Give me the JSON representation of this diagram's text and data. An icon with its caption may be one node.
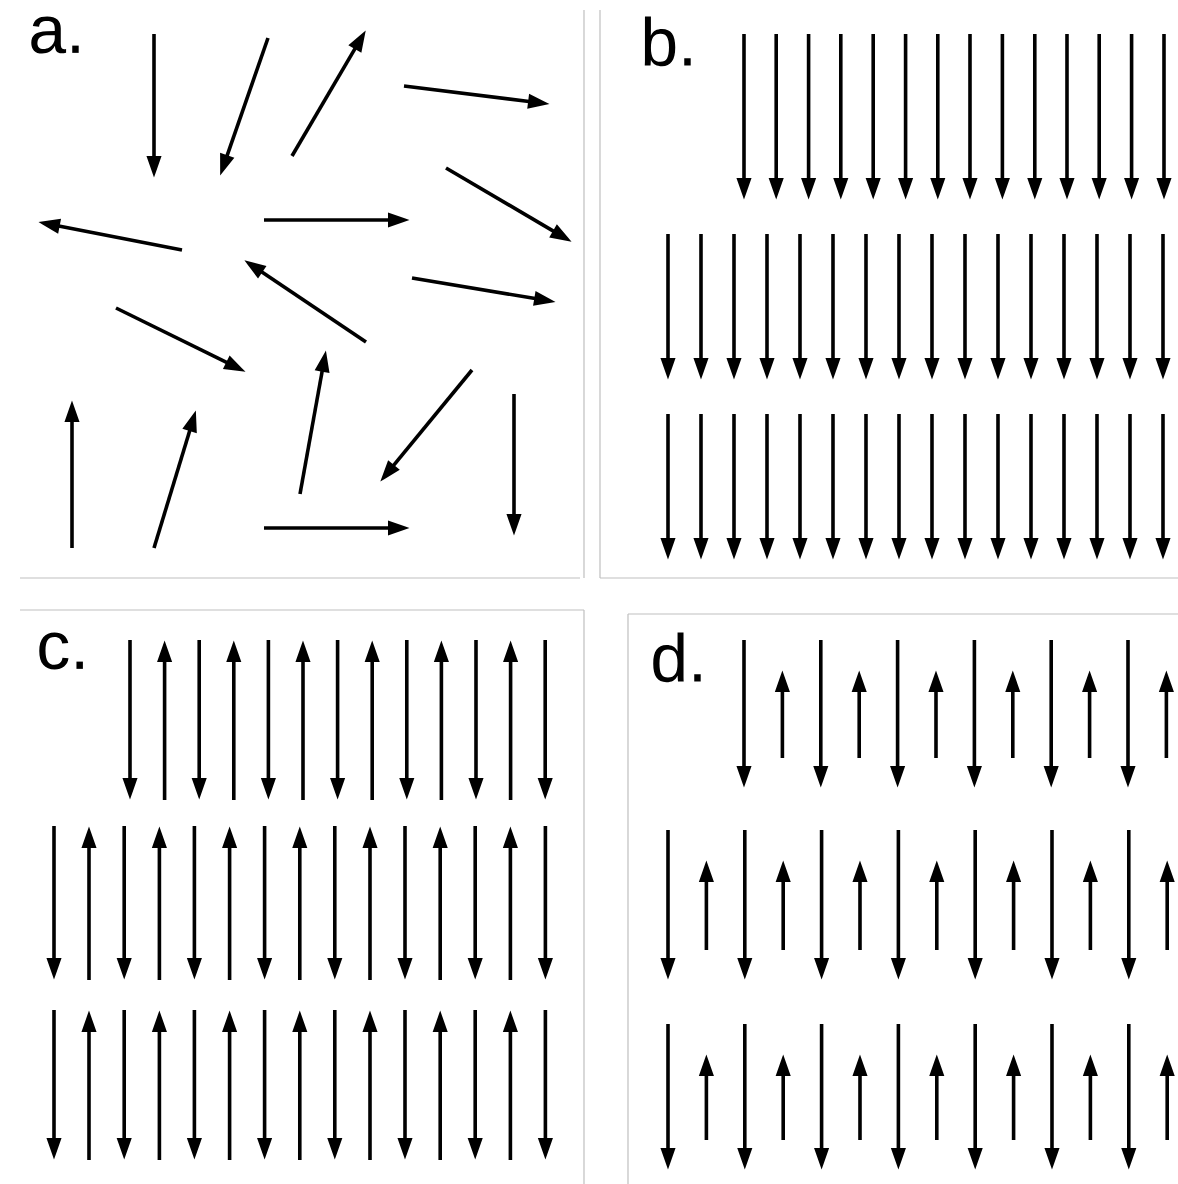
{
  "diagram": {
    "labels": [
      "a.",
      "b.",
      "c.",
      "d."
    ]
  }
}
